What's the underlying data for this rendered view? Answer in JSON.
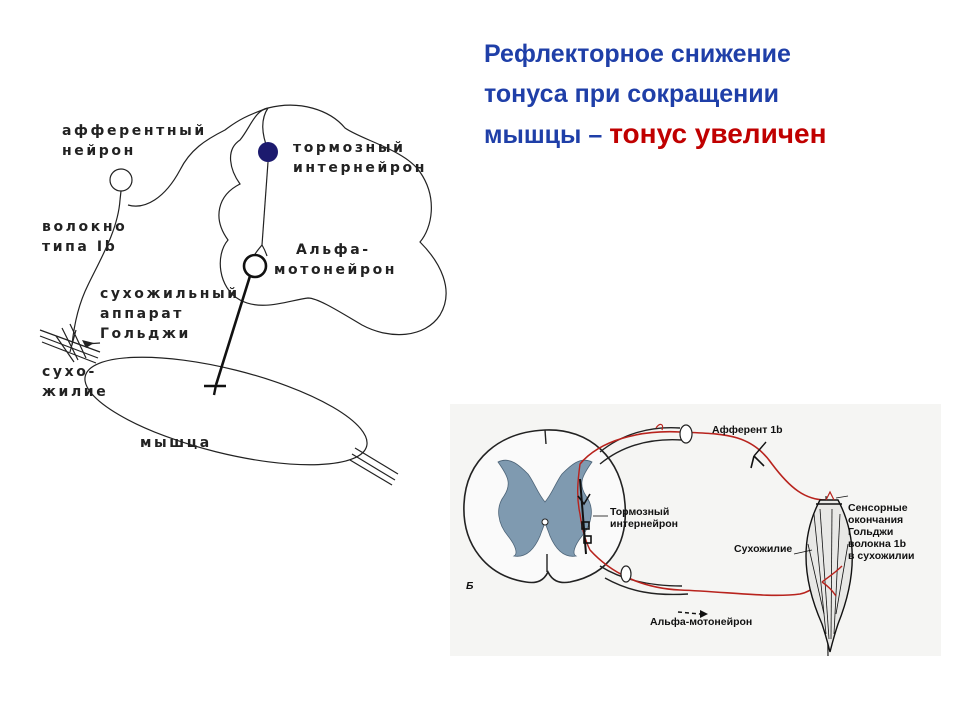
{
  "title": {
    "line1": "Рефлекторное снижение",
    "line2": "тонуса при сокращении",
    "line3_prefix": "мышцы – ",
    "line3_accent": "тонус увеличен"
  },
  "left_diagram": {
    "labels": {
      "afferent_neuron_1": "афферентный",
      "afferent_neuron_2": "нейрон",
      "fiber_1": "волокно",
      "fiber_2": "типа Ib",
      "golgi_1": "сухожильный",
      "golgi_2": "аппарат",
      "golgi_3": "Гольджи",
      "tendon_1": "сухо-",
      "tendon_2": "жилие",
      "muscle": "мышца",
      "inhibitory_1": "тормозный",
      "inhibitory_2": "интернейрон",
      "alpha_1": "Альфа-",
      "alpha_2": "мотонейрон"
    },
    "colors": {
      "interneuron_fill": "#1c1a6e",
      "line": "#222222"
    }
  },
  "right_panel": {
    "labels": {
      "afferent": "Афферент 1b",
      "inhibitory_1": "Тормозный",
      "inhibitory_2": "интернейрон",
      "sensory_1": "Сенсорные",
      "sensory_2": "окончания",
      "sensory_3": "Гольджи",
      "sensory_4": "волокна 1b",
      "sensory_5": "в сухожилии",
      "tendon": "Сухожилие",
      "panel_letter": "Б",
      "alpha": "Альфа-мотонейрон"
    },
    "colors": {
      "nerve": "#b8231d",
      "grey_matter": "#7f9ab0",
      "background": "#f5f5f3"
    }
  }
}
